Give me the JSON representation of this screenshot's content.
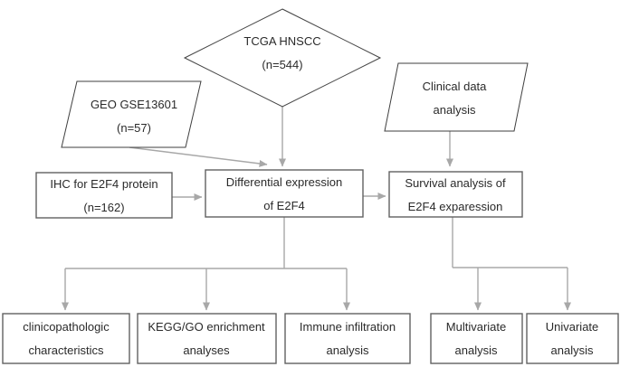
{
  "diagram": {
    "title": "E2F4 HNSCC study workflow flowchart",
    "colors": {
      "background": "#ffffff",
      "shape_border": "#606060",
      "diamond_parallelogram_border": "#3f3f3f",
      "arrow": "#a8a8a8",
      "text": "#2a2a2a"
    },
    "nodes": {
      "tcga": {
        "shape": "diamond",
        "line1": "TCGA HNSCC",
        "line2": "(n=544)"
      },
      "geo": {
        "shape": "parallelogram",
        "line1": "GEO GSE13601",
        "line2": "(n=57)"
      },
      "clinical": {
        "shape": "parallelogram",
        "line1": "Clinical data",
        "line2": "analysis"
      },
      "ihc": {
        "shape": "rectangle",
        "line1": "IHC for E2F4 protein",
        "line2": "(n=162)"
      },
      "diff": {
        "shape": "rectangle",
        "line1": "Differential expression",
        "line2": "of E2F4"
      },
      "survival": {
        "shape": "rectangle",
        "line1": "Survival analysis of",
        "line2": "E2F4 exparession"
      },
      "clinico": {
        "shape": "rectangle",
        "line1": "clinicopathologic",
        "line2": "characteristics"
      },
      "kegg": {
        "shape": "rectangle",
        "line1": "KEGG/GO enrichment",
        "line2": "analyses"
      },
      "immune": {
        "shape": "rectangle",
        "line1": "Immune infiltration",
        "line2": "analysis"
      },
      "multivariate": {
        "shape": "rectangle",
        "line1": "Multivariate",
        "line2": "analysis"
      },
      "univariate": {
        "shape": "rectangle",
        "line1": "Univariate",
        "line2": "analysis"
      }
    },
    "edges": [
      {
        "from": "TCGA HNSCC (n=544)",
        "to": "Differential expression of E2F4"
      },
      {
        "from": "GEO GSE13601 (n=57)",
        "to": "Differential expression of E2F4"
      },
      {
        "from": "Clinical data analysis",
        "to": "Survival analysis of E2F4 exparession"
      },
      {
        "from": "IHC for E2F4 protein (n=162)",
        "to": "Differential expression of E2F4"
      },
      {
        "from": "Differential expression of E2F4",
        "to": "Survival analysis of E2F4 exparession"
      },
      {
        "from": "Differential expression of E2F4",
        "to": "clinicopathologic characteristics"
      },
      {
        "from": "Differential expression of E2F4",
        "to": "KEGG/GO enrichment analyses"
      },
      {
        "from": "Differential expression of E2F4",
        "to": "Immune infiltration analysis"
      },
      {
        "from": "Survival analysis of E2F4 exparession",
        "to": "Multivariate analysis"
      },
      {
        "from": "Survival analysis of E2F4 exparession",
        "to": "Univariate analysis"
      }
    ]
  }
}
